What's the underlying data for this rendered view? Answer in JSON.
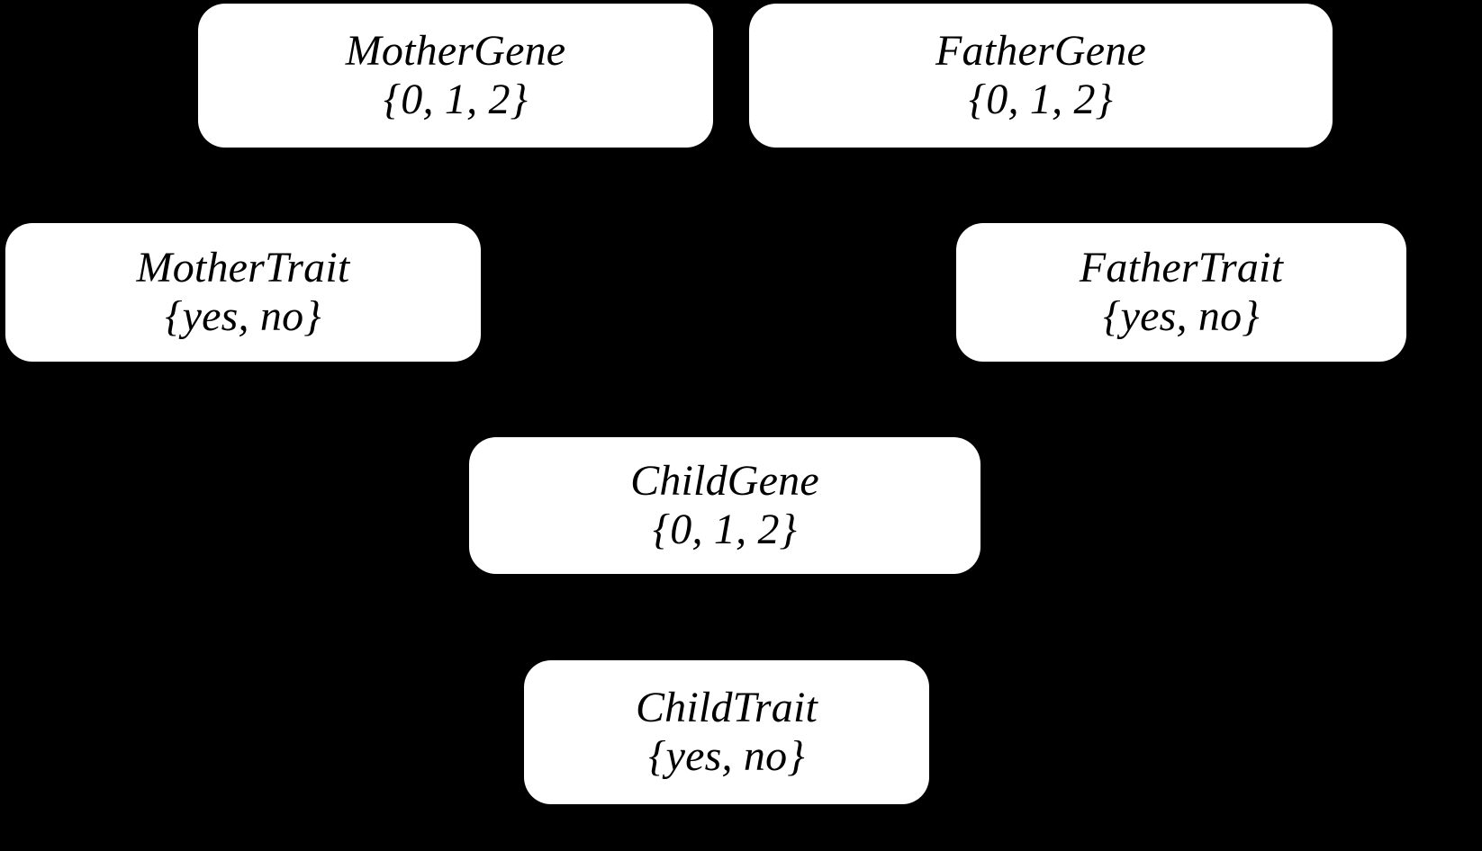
{
  "diagram": {
    "title": "Genetic inheritance Bayesian network",
    "background_color": "#000000",
    "node_fill_color": "#ffffff",
    "node_text_color": "#000000",
    "nodes": [
      {
        "id": "mother-gene",
        "name": "MotherGene",
        "domain": "{0, 1, 2}"
      },
      {
        "id": "father-gene",
        "name": "FatherGene",
        "domain": "{0, 1, 2}"
      },
      {
        "id": "mother-trait",
        "name": "MotherTrait",
        "domain": "{yes, no}"
      },
      {
        "id": "father-trait",
        "name": "FatherTrait",
        "domain": "{yes, no}"
      },
      {
        "id": "child-gene",
        "name": "ChildGene",
        "domain": "{0, 1, 2}"
      },
      {
        "id": "child-trait",
        "name": "ChildTrait",
        "domain": "{yes, no}"
      }
    ]
  }
}
